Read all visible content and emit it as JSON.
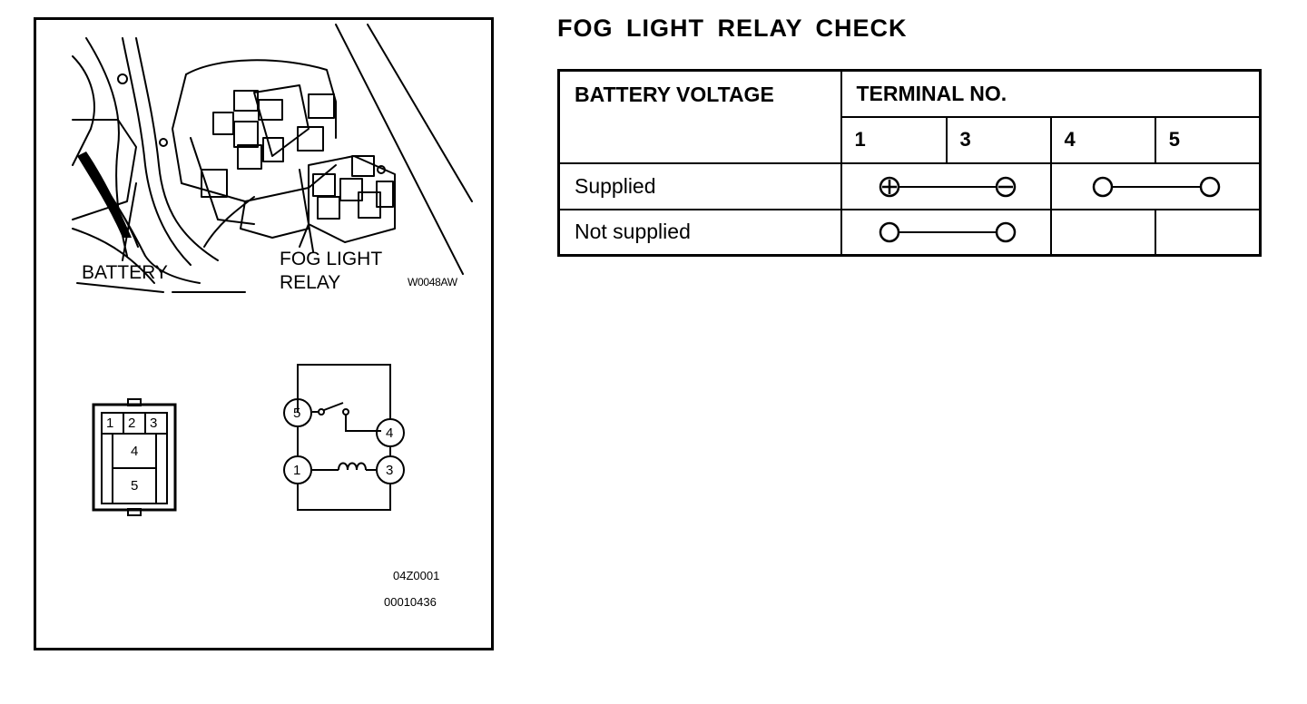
{
  "title": "FOG LIGHT RELAY CHECK",
  "figure": {
    "photo_labels": {
      "battery": "BATTERY",
      "fog_light_relay_line1": "FOG LIGHT",
      "fog_light_relay_line2": "RELAY",
      "photo_code": "W0048AW"
    },
    "connector_terminals": [
      "1",
      "2",
      "3",
      "4",
      "5"
    ],
    "relay_terminals": [
      "5",
      "4",
      "1",
      "3"
    ],
    "codes": [
      "04Z0001",
      "00010436"
    ]
  },
  "table": {
    "col_header_voltage": "BATTERY VOLTAGE",
    "col_header_terminal": "TERMINAL NO.",
    "terminals": [
      "1",
      "3",
      "4",
      "5"
    ],
    "rows": [
      {
        "label": "Supplied",
        "continuity": [
          "1-3 (+/-)",
          "4-5"
        ]
      },
      {
        "label": "Not supplied",
        "continuity": [
          "1-3"
        ]
      }
    ]
  }
}
